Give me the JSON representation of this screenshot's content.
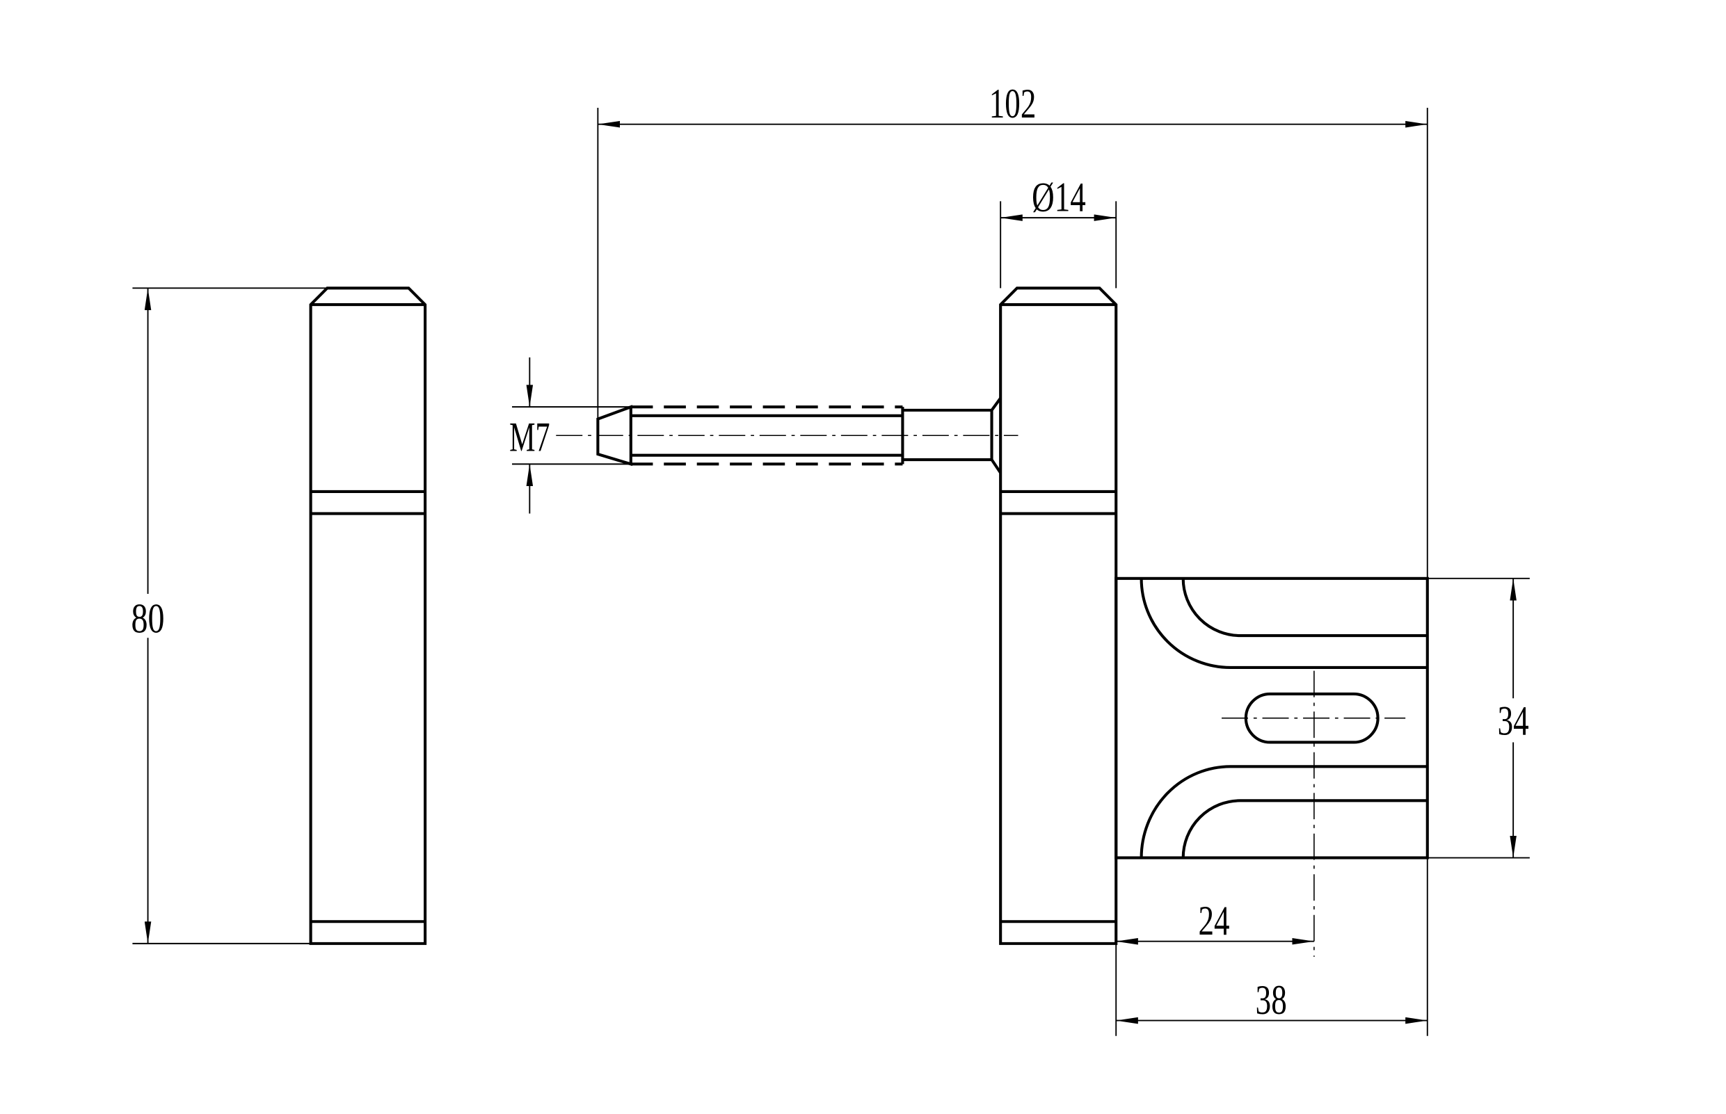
{
  "drawing": {
    "dimensions": {
      "overall_length": "102",
      "pin_diameter": "Ø14",
      "height": "80",
      "thread": "M7",
      "plate_width": "34",
      "slot_offset": "24",
      "plate_length": "38"
    }
  }
}
